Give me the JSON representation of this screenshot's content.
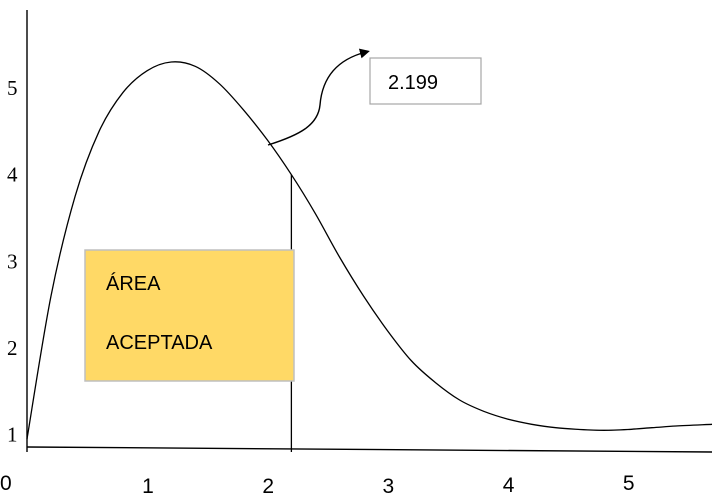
{
  "chart_data": {
    "type": "line",
    "x_ticks": [
      "0",
      "1",
      "2",
      "3",
      "4",
      "5"
    ],
    "y_ticks": [
      "1",
      "2",
      "3",
      "4",
      "5"
    ],
    "xlim": [
      0,
      5.7
    ],
    "ylim": [
      0.8,
      5.9
    ],
    "series": [
      {
        "x": [
          0,
          0.2,
          0.4,
          0.6,
          0.8,
          1.0,
          1.2,
          1.4,
          1.6,
          1.8,
          2.0,
          2.2,
          2.4,
          2.6,
          2.8,
          3.0,
          3.2,
          3.4,
          3.6,
          3.8,
          4.0,
          4.2,
          4.4,
          4.6,
          4.8,
          5.0,
          5.2,
          5.4,
          5.7
        ],
        "y": [
          0.95,
          2.6,
          3.75,
          4.5,
          4.95,
          5.2,
          5.3,
          5.25,
          5.05,
          4.75,
          4.4,
          4.0,
          3.55,
          3.05,
          2.6,
          2.2,
          1.85,
          1.6,
          1.4,
          1.27,
          1.18,
          1.12,
          1.08,
          1.06,
          1.05,
          1.06,
          1.08,
          1.1,
          1.12
        ]
      }
    ],
    "cutoff_x": 2.2,
    "annotations": {
      "callout_value": "2.199",
      "area_line1": "ÁREA",
      "area_line2": "ACEPTADA"
    },
    "colors": {
      "area_fill": "#ffd966",
      "line": "#000000"
    },
    "grid": false
  }
}
